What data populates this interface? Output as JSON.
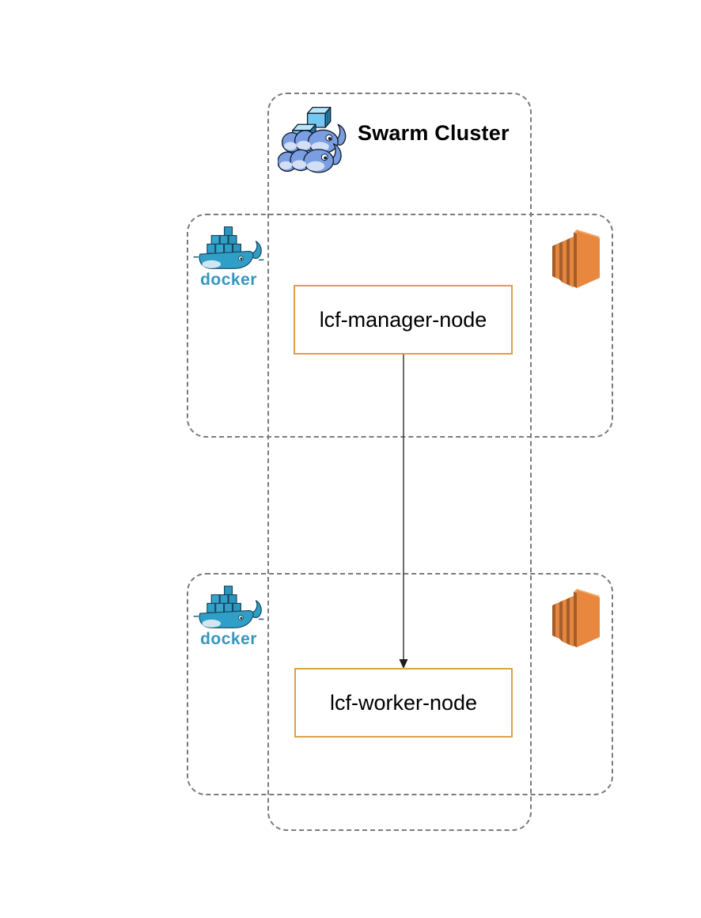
{
  "diagram": {
    "cluster": {
      "label": "Swarm Cluster",
      "icon": "docker-swarm-icon"
    },
    "manager_group": {
      "docker_wordmark": "docker",
      "icons": [
        "docker-logo-icon",
        "aws-ec2-icon"
      ],
      "node": {
        "label": "lcf-manager-node"
      }
    },
    "worker_group": {
      "docker_wordmark": "docker",
      "icons": [
        "docker-logo-icon",
        "aws-ec2-icon"
      ],
      "node": {
        "label": "lcf-worker-node"
      }
    },
    "connection": {
      "from": "lcf-manager-node",
      "to": "lcf-worker-node",
      "style": "arrow-down"
    },
    "colors": {
      "node_border": "#dfa046",
      "boundary_dash": "#7b7b7b",
      "arrow": "#3b3b3b",
      "docker_teal": "#2f9fc8",
      "docker_wordmark": "#3596be",
      "swarm_whale_blue": "#7b9ee2",
      "container_blue": "#6cc5f2",
      "ec2_orange": "#e8883e"
    }
  }
}
